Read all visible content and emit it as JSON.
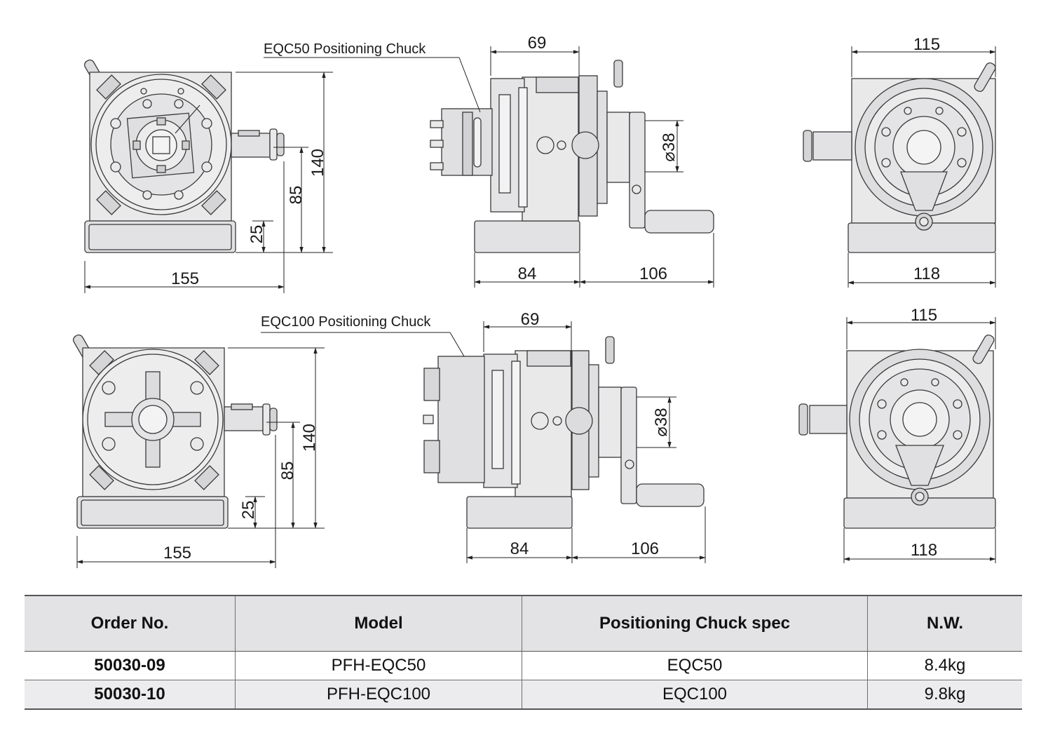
{
  "views": [
    {
      "callout": "EQC50 Positioning Chuck",
      "front": {
        "width": "155",
        "height_total": "140",
        "center_height": "85",
        "base_height": "25"
      },
      "side": {
        "chuck_depth": "69",
        "base_length": "84",
        "handle_length": "106",
        "diameter": "⌀38"
      },
      "back": {
        "top_width": "115",
        "bottom_width": "118"
      }
    },
    {
      "callout": "EQC100 Positioning Chuck",
      "front": {
        "width": "155",
        "height_total": "140",
        "center_height": "85",
        "base_height": "25"
      },
      "side": {
        "chuck_depth": "69",
        "base_length": "84",
        "handle_length": "106",
        "diameter": "⌀38"
      },
      "back": {
        "top_width": "115",
        "bottom_width": "118"
      }
    }
  ],
  "table": {
    "headers": [
      "Order No.",
      "Model",
      "Positioning Chuck spec",
      "N.W."
    ],
    "rows": [
      [
        "50030-09",
        "PFH-EQC50",
        "EQC50",
        "8.4kg"
      ],
      [
        "50030-10",
        "PFH-EQC100",
        "EQC100",
        "9.8kg"
      ]
    ]
  },
  "colors": {
    "metal": "#e9e9ea",
    "metal_dark": "#c9c9cb",
    "line": "#3a3a3a",
    "table_header": "#e3e3e5"
  }
}
